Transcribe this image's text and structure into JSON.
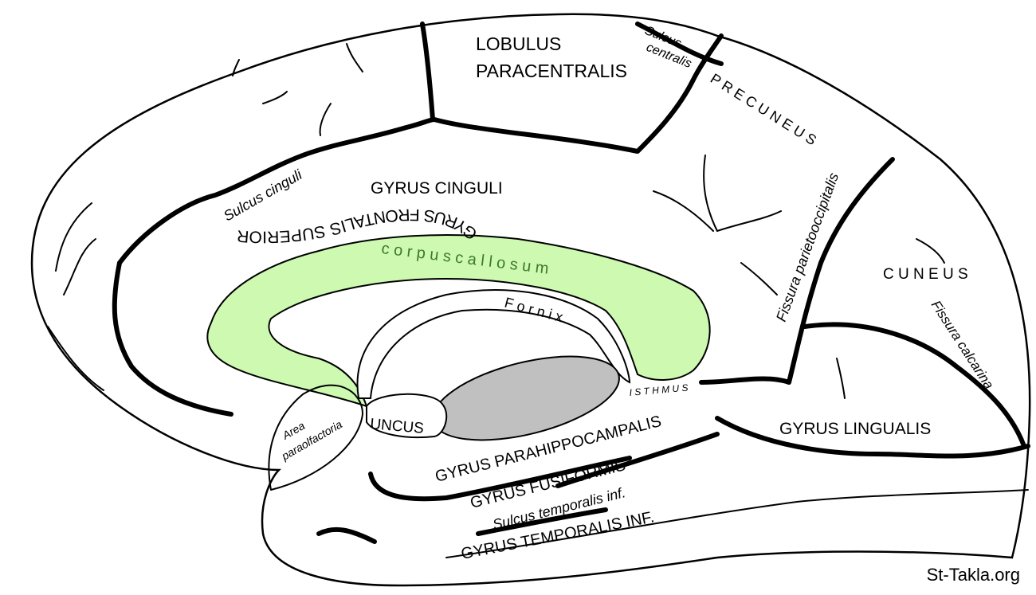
{
  "diagram": {
    "title": "Medial surface of the cerebral hemisphere",
    "colors": {
      "corpus_callosum_fill": "#cdf9b0",
      "corpus_callosum_text": "#3f7a2a",
      "thalamus_fill": "#c0c0c0",
      "outline": "#000000",
      "background": "#ffffff"
    },
    "labels": {
      "lobulus_paracentralis_line1": "LOBULUS",
      "lobulus_paracentralis_line2": "PARACENTRALIS",
      "sulcus_centralis_line1": "Sulcus",
      "sulcus_centralis_line2": "centralis",
      "precuneus": "P R E C U N E U S",
      "fissura_parietooccipitalis": "Fissura parietooccipitalis",
      "cuneus": "C U N E U S",
      "fissura_calcarina": "Fissura calcarina",
      "sulcus_cinguli": "Sulcus cinguli",
      "gyrus_cinguli": "GYRUS CINGULI",
      "gyrus_frontalis_superior": "GYRUS FRONTALIS SUPERIOR",
      "corpus_callosum": "c o r p u s   c a l l o s u m",
      "fornix": "F o r n i x",
      "isthmus": "I S T H M U S",
      "area_paraolfactoria_line1": "Area",
      "area_paraolfactoria_line2": "paraolfactoria",
      "uncus": "UNCUS",
      "gyrus_parahippocampalis": "GYRUS PARAHIPPOCAMPALIS",
      "gyrus_lingualis": "GYRUS LINGUALIS",
      "gyrus_fusiformis": "GYRUS FUSIFORMIS",
      "sulcus_temporalis_inf": "Sulcus temporalis inf.",
      "gyrus_temporalis_inf": "GYRUS TEMPORALIS INF."
    },
    "watermark": "St-Takla.org"
  }
}
